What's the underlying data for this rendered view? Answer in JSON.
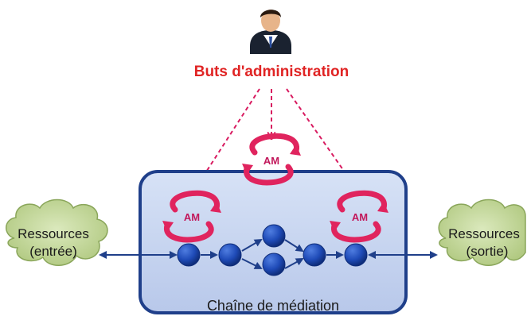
{
  "diagram": {
    "admin_goals_label": "Buts d'administration",
    "am_label": "AM",
    "chain_label": "Chaîne de médiation",
    "resource_input": {
      "line1": "Ressources",
      "line2": "(entrée)"
    },
    "resource_output": {
      "line1": "Ressources",
      "line2": "(sortie)"
    },
    "colors": {
      "admin_red": "#e02424",
      "am_pink": "#d81b60",
      "panel_fill": "#c5d3ee",
      "panel_border": "#1f3f8a",
      "node_fill": "#1f4bb8",
      "cloud_fill": "#b9cf8c",
      "cloud_stroke": "#8aa65a",
      "arrow_blue": "#1f3f8a"
    }
  }
}
